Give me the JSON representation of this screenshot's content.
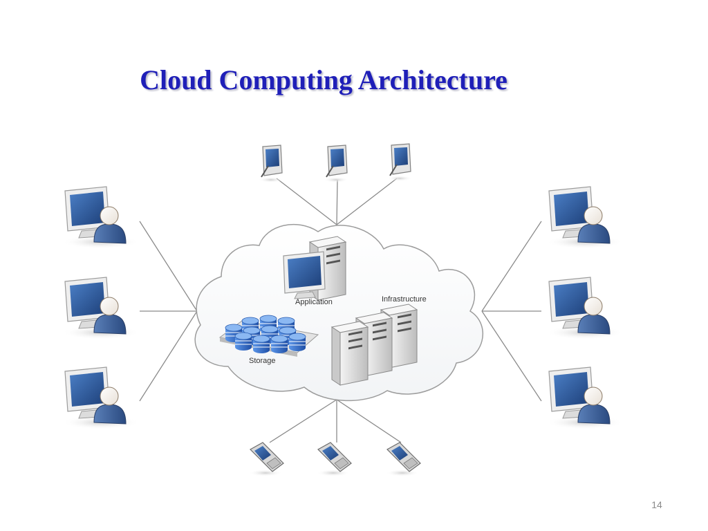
{
  "slide": {
    "title": "Cloud Computing Architecture",
    "page_number": "14"
  },
  "cloud": {
    "labels": {
      "application": "Application",
      "infrastructure": "Infrastructure",
      "storage": "Storage"
    }
  },
  "clients": {
    "top": [
      "pda-icon",
      "pda-icon",
      "pda-icon"
    ],
    "left": [
      "desktop-user-icon",
      "desktop-user-icon",
      "desktop-user-icon"
    ],
    "right": [
      "desktop-user-icon",
      "desktop-user-icon",
      "desktop-user-icon"
    ],
    "bottom": [
      "mobile-phone-icon",
      "mobile-phone-icon",
      "mobile-phone-icon"
    ]
  },
  "colors": {
    "title": "#1f1fb8",
    "monitor_screen": "#2c5aa0",
    "user_body": "#3a5d94",
    "server_body": "#e6e6e6",
    "storage_disk": "#2f6fd1"
  }
}
